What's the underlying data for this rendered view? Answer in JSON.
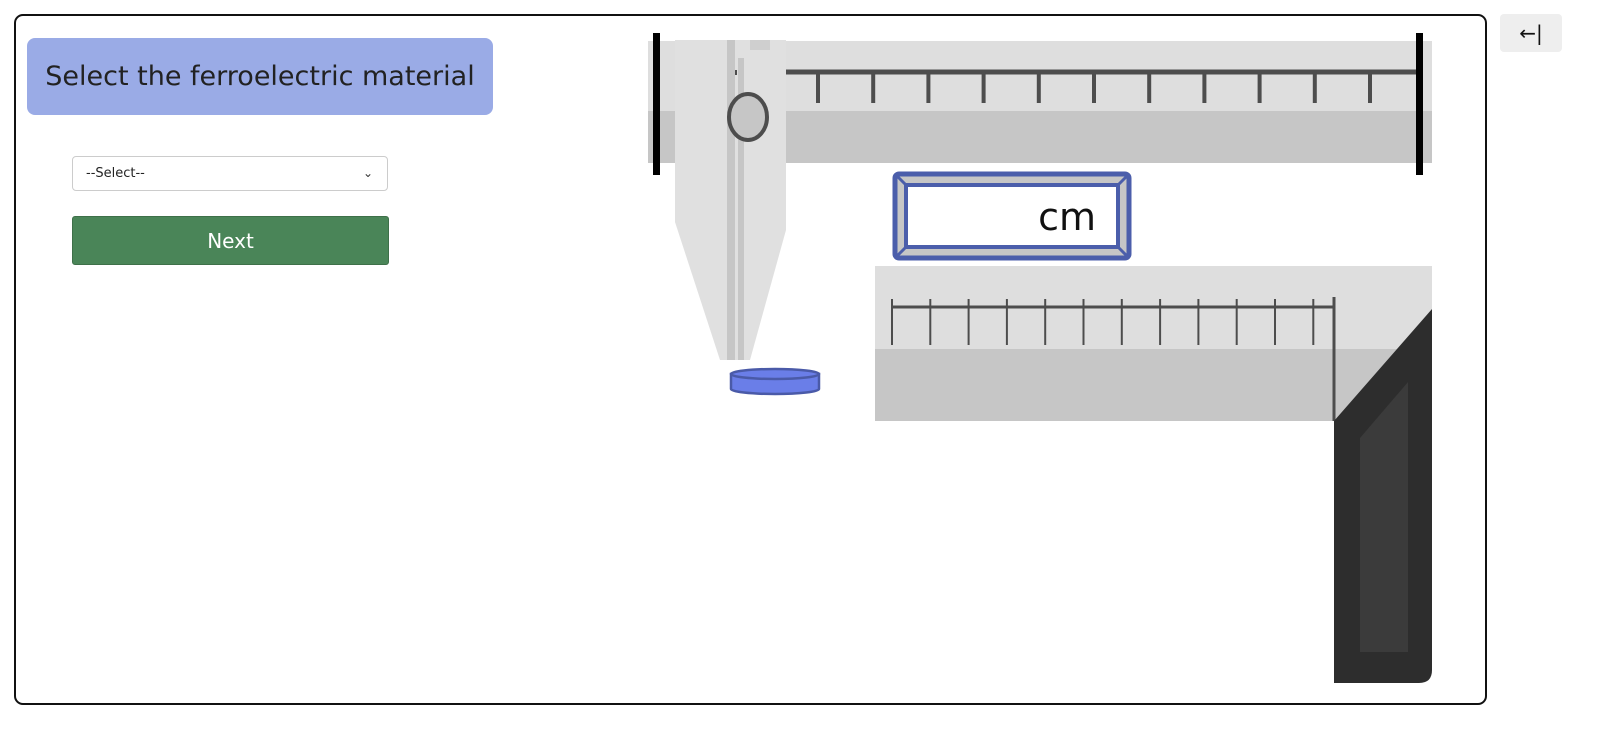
{
  "question": {
    "title": "Select the ferroelectric material"
  },
  "material_select": {
    "selected": "--Select--"
  },
  "next_button": {
    "label": "Next"
  },
  "collapse_button": {
    "label": "←|"
  },
  "caliper": {
    "display_value": "",
    "display_unit": "cm"
  },
  "colors": {
    "title_bg": "#9aabe6",
    "next_bg": "#4a8558",
    "display_border": "#4b5eab",
    "sample": "#6a7ee8"
  }
}
